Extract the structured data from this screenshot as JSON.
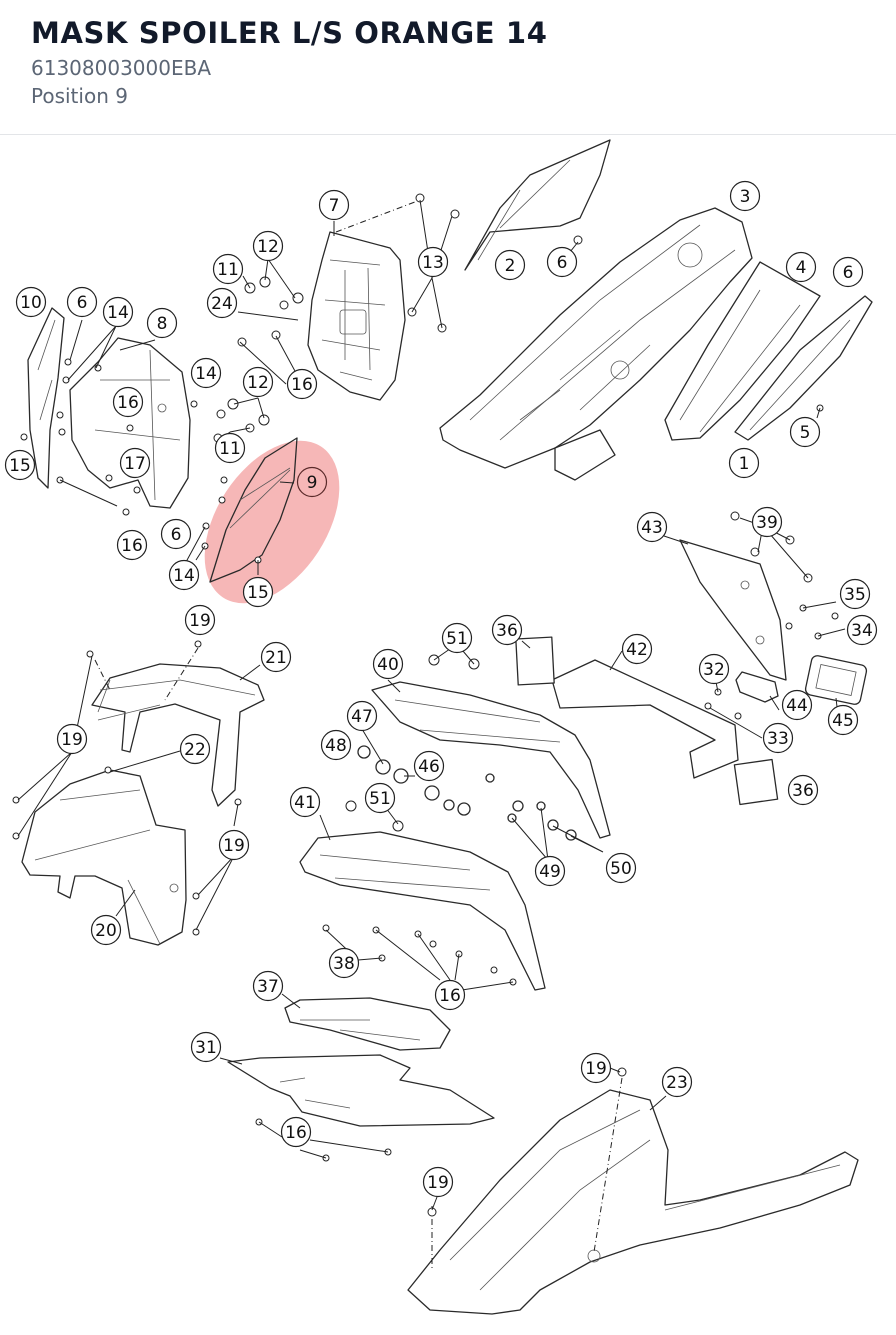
{
  "header": {
    "title": "MASK SPOILER L/S ORANGE 14",
    "part_number": "61308003000EBA",
    "position": "Position 9"
  },
  "diagram": {
    "highlighted_position": "9",
    "highlight_color": "#ef7c7c",
    "callouts": [
      {
        "id": "c7",
        "label": "7"
      },
      {
        "id": "c12a",
        "label": "12"
      },
      {
        "id": "c11a",
        "label": "11"
      },
      {
        "id": "c24",
        "label": "24"
      },
      {
        "id": "c13",
        "label": "13"
      },
      {
        "id": "c16a",
        "label": "16"
      },
      {
        "id": "c2",
        "label": "2"
      },
      {
        "id": "c6a",
        "label": "6"
      },
      {
        "id": "c3",
        "label": "3"
      },
      {
        "id": "c4",
        "label": "4"
      },
      {
        "id": "c6b",
        "label": "6"
      },
      {
        "id": "c10",
        "label": "10"
      },
      {
        "id": "c6c",
        "label": "6"
      },
      {
        "id": "c14a",
        "label": "14"
      },
      {
        "id": "c8",
        "label": "8"
      },
      {
        "id": "c14b",
        "label": "14"
      },
      {
        "id": "c16b",
        "label": "16"
      },
      {
        "id": "c12b",
        "label": "12"
      },
      {
        "id": "c11b",
        "label": "11"
      },
      {
        "id": "c15a",
        "label": "15"
      },
      {
        "id": "c17",
        "label": "17"
      },
      {
        "id": "c9",
        "label": "9"
      },
      {
        "id": "c5",
        "label": "5"
      },
      {
        "id": "c1",
        "label": "1"
      },
      {
        "id": "c16c",
        "label": "16"
      },
      {
        "id": "c6d",
        "label": "6"
      },
      {
        "id": "c14c",
        "label": "14"
      },
      {
        "id": "c15b",
        "label": "15"
      },
      {
        "id": "c43",
        "label": "43"
      },
      {
        "id": "c39",
        "label": "39"
      },
      {
        "id": "c35",
        "label": "35"
      },
      {
        "id": "c34",
        "label": "34"
      },
      {
        "id": "c19a",
        "label": "19"
      },
      {
        "id": "c21",
        "label": "21"
      },
      {
        "id": "c51a",
        "label": "51"
      },
      {
        "id": "c36a",
        "label": "36"
      },
      {
        "id": "c42",
        "label": "42"
      },
      {
        "id": "c32",
        "label": "32"
      },
      {
        "id": "c44",
        "label": "44"
      },
      {
        "id": "c45",
        "label": "45"
      },
      {
        "id": "c33",
        "label": "33"
      },
      {
        "id": "c40",
        "label": "40"
      },
      {
        "id": "c19b",
        "label": "19"
      },
      {
        "id": "c22",
        "label": "22"
      },
      {
        "id": "c47",
        "label": "47"
      },
      {
        "id": "c48",
        "label": "48"
      },
      {
        "id": "c46",
        "label": "46"
      },
      {
        "id": "c36b",
        "label": "36"
      },
      {
        "id": "c41",
        "label": "41"
      },
      {
        "id": "c51b",
        "label": "51"
      },
      {
        "id": "c19c",
        "label": "19"
      },
      {
        "id": "c49",
        "label": "49"
      },
      {
        "id": "c50",
        "label": "50"
      },
      {
        "id": "c20",
        "label": "20"
      },
      {
        "id": "c38",
        "label": "38"
      },
      {
        "id": "c16d",
        "label": "16"
      },
      {
        "id": "c37",
        "label": "37"
      },
      {
        "id": "c31",
        "label": "31"
      },
      {
        "id": "c19d",
        "label": "19"
      },
      {
        "id": "c23",
        "label": "23"
      },
      {
        "id": "c16e",
        "label": "16"
      },
      {
        "id": "c19e",
        "label": "19"
      }
    ]
  }
}
